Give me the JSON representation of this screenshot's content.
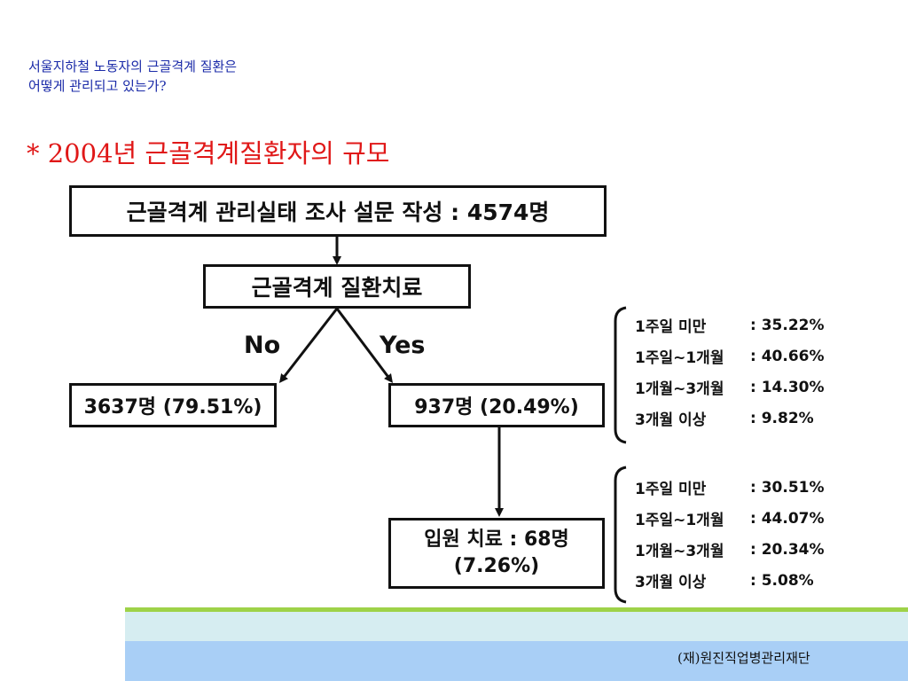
{
  "header": {
    "line1": "서울지하철 노동자의 근골격계 질환은",
    "line2": "어떻게 관리되고 있는가?"
  },
  "title": "* 2004년 근골격계질환자의 규모",
  "flow": {
    "survey": "근골격계 관리실태 조사 설문 작성 : 4574명",
    "treatment": "근골격계 질환치료",
    "no_label": "No",
    "yes_label": "Yes",
    "no_result": "3637명 (79.51%)",
    "yes_result": "937명 (20.49%)",
    "hospital_line1": "입원 치료 : 68명",
    "hospital_line2": "(7.26%)"
  },
  "stats_treatment": [
    {
      "label": "1주일 미만",
      "value": ": 35.22%"
    },
    {
      "label": "1주일~1개월",
      "value": ": 40.66%"
    },
    {
      "label": "1개월~3개월",
      "value": ": 14.30%"
    },
    {
      "label": "3개월 이상",
      "value": ":  9.82%"
    }
  ],
  "stats_hospital": [
    {
      "label": "1주일 미만",
      "value": ": 30.51%"
    },
    {
      "label": "1주일~1개월",
      "value": ": 44.07%"
    },
    {
      "label": "1개월~3개월",
      "value": ": 20.34%"
    },
    {
      "label": "3개월 이상",
      "value": ":  5.08%"
    }
  ],
  "footer": {
    "org": "(재)원진직업병관리재단"
  }
}
